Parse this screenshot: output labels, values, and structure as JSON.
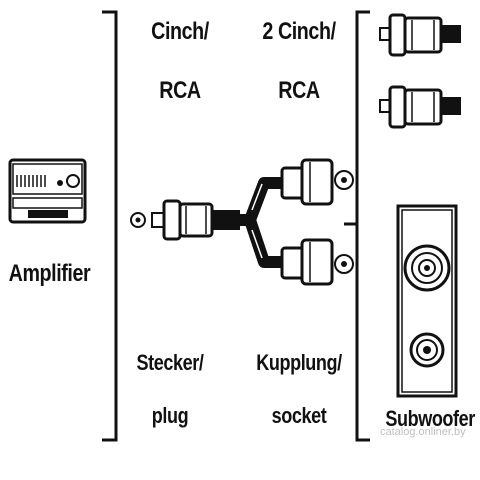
{
  "labels": {
    "cinch_rca_line1": "Cinch/",
    "cinch_rca_line2": "RCA",
    "two_cinch_line1": "2 Cinch/",
    "two_cinch_line2": "RCA",
    "amplifier": "Amplifier",
    "stecker_line1": "Stecker/",
    "stecker_line2": "plug",
    "kupplung_line1": "Kupplung/",
    "kupplung_line2": "socket",
    "subwoofer": "Subwoofer"
  },
  "watermark": "catalog.onliner.by",
  "icons": {
    "amplifier": "amplifier-icon",
    "rca_plug": "rca-plug-icon",
    "rca_socket": "rca-socket-icon",
    "y_splitter": "y-splitter-cable-icon",
    "subwoofer": "subwoofer-speaker-icon"
  },
  "colors": {
    "ink": "#111111",
    "background": "#ffffff",
    "watermark": "#bfbfbf"
  }
}
